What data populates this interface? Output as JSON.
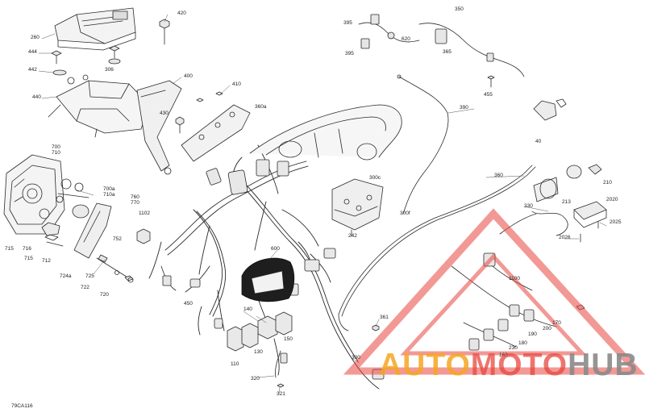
{
  "diagram": {
    "drawing_code": "79CA116",
    "callouts": [
      {
        "id": "c420",
        "text": "420"
      },
      {
        "id": "c260",
        "text": "260"
      },
      {
        "id": "c444",
        "text": "444"
      },
      {
        "id": "c442",
        "text": "442"
      },
      {
        "id": "c306",
        "text": "306"
      },
      {
        "id": "c440",
        "text": "440"
      },
      {
        "id": "c400",
        "text": "400"
      },
      {
        "id": "c410",
        "text": "410"
      },
      {
        "id": "c360a",
        "text": "360a"
      },
      {
        "id": "c430",
        "text": "430"
      },
      {
        "id": "c395a",
        "text": "395"
      },
      {
        "id": "c395b",
        "text": "395"
      },
      {
        "id": "c620",
        "text": "620"
      },
      {
        "id": "c350",
        "text": "350"
      },
      {
        "id": "c365",
        "text": "365"
      },
      {
        "id": "c455",
        "text": "455"
      },
      {
        "id": "c390",
        "text": "390"
      },
      {
        "id": "c40",
        "text": "40"
      },
      {
        "id": "c700",
        "text": "700"
      },
      {
        "id": "c710",
        "text": "710"
      },
      {
        "id": "c700a",
        "text": "700a"
      },
      {
        "id": "c710a",
        "text": "710a"
      },
      {
        "id": "c760",
        "text": "760"
      },
      {
        "id": "c770",
        "text": "770"
      },
      {
        "id": "c1102",
        "text": "1102"
      },
      {
        "id": "c715a",
        "text": "715"
      },
      {
        "id": "c716",
        "text": "716"
      },
      {
        "id": "c715b",
        "text": "715"
      },
      {
        "id": "c712",
        "text": "712"
      },
      {
        "id": "c752",
        "text": "752"
      },
      {
        "id": "c724a",
        "text": "724a"
      },
      {
        "id": "c725",
        "text": "725"
      },
      {
        "id": "c722",
        "text": "722"
      },
      {
        "id": "c720",
        "text": "720"
      },
      {
        "id": "c300c",
        "text": "300c"
      },
      {
        "id": "c242",
        "text": "242"
      },
      {
        "id": "c300f",
        "text": "300f"
      },
      {
        "id": "c360",
        "text": "360"
      },
      {
        "id": "c210",
        "text": "210"
      },
      {
        "id": "c213",
        "text": "213"
      },
      {
        "id": "c330",
        "text": "330"
      },
      {
        "id": "c2020",
        "text": "2020"
      },
      {
        "id": "c2025",
        "text": "2025"
      },
      {
        "id": "c2026",
        "text": "2026"
      },
      {
        "id": "c600",
        "text": "600"
      },
      {
        "id": "c450",
        "text": "450"
      },
      {
        "id": "c140",
        "text": "140"
      },
      {
        "id": "c150",
        "text": "150"
      },
      {
        "id": "c110",
        "text": "110"
      },
      {
        "id": "c130",
        "text": "130"
      },
      {
        "id": "c320",
        "text": "320"
      },
      {
        "id": "c321",
        "text": "321"
      },
      {
        "id": "c300",
        "text": "300"
      },
      {
        "id": "c361",
        "text": "361"
      },
      {
        "id": "c1100",
        "text": "1100"
      },
      {
        "id": "c170",
        "text": "170"
      },
      {
        "id": "c200",
        "text": "200"
      },
      {
        "id": "c190",
        "text": "190"
      },
      {
        "id": "c180",
        "text": "180"
      },
      {
        "id": "c230",
        "text": "230"
      },
      {
        "id": "c160",
        "text": "160"
      }
    ]
  },
  "watermark": {
    "part1": "AUTO",
    "part2": "MOTO",
    "part3": "HUB",
    "color_orange": "#f5a623",
    "color_red": "#e8473f",
    "color_grey": "#8a8a8a"
  }
}
